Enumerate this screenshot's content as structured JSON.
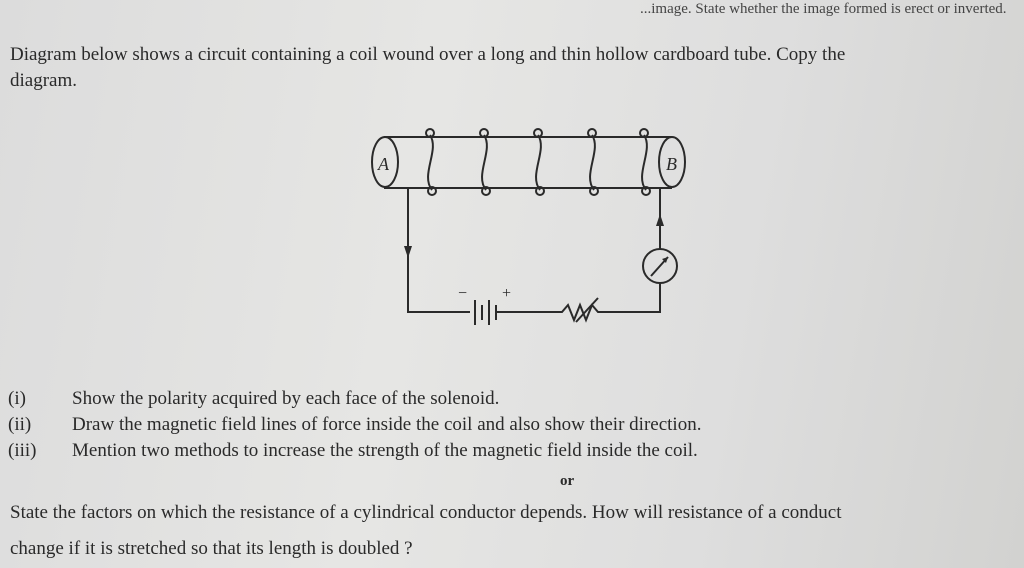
{
  "header_fragment": "...image. State whether the image formed is erect or inverted.",
  "intro": {
    "line1": "Diagram below shows a circuit containing a coil wound over a long and thin hollow cardboard tube. Copy the",
    "line2": "diagram."
  },
  "diagram": {
    "end_a": "A",
    "end_b": "B",
    "battery_minus": "−",
    "battery_plus": "+"
  },
  "questions": [
    {
      "num": "(i)",
      "text": "Show the polarity acquired by each face of the solenoid."
    },
    {
      "num": "(ii)",
      "text": "Draw the magnetic field lines of force inside the coil and also show their direction."
    },
    {
      "num": "(iii)",
      "text": "Mention two methods to increase the strength of the magnetic field inside the coil."
    }
  ],
  "or_label": "or",
  "alt_question": {
    "line1": "State the factors on which the resistance of a cylindrical conductor depends. How will resistance of a conduct",
    "line2": "change if it is stretched so that its length is doubled ?"
  }
}
